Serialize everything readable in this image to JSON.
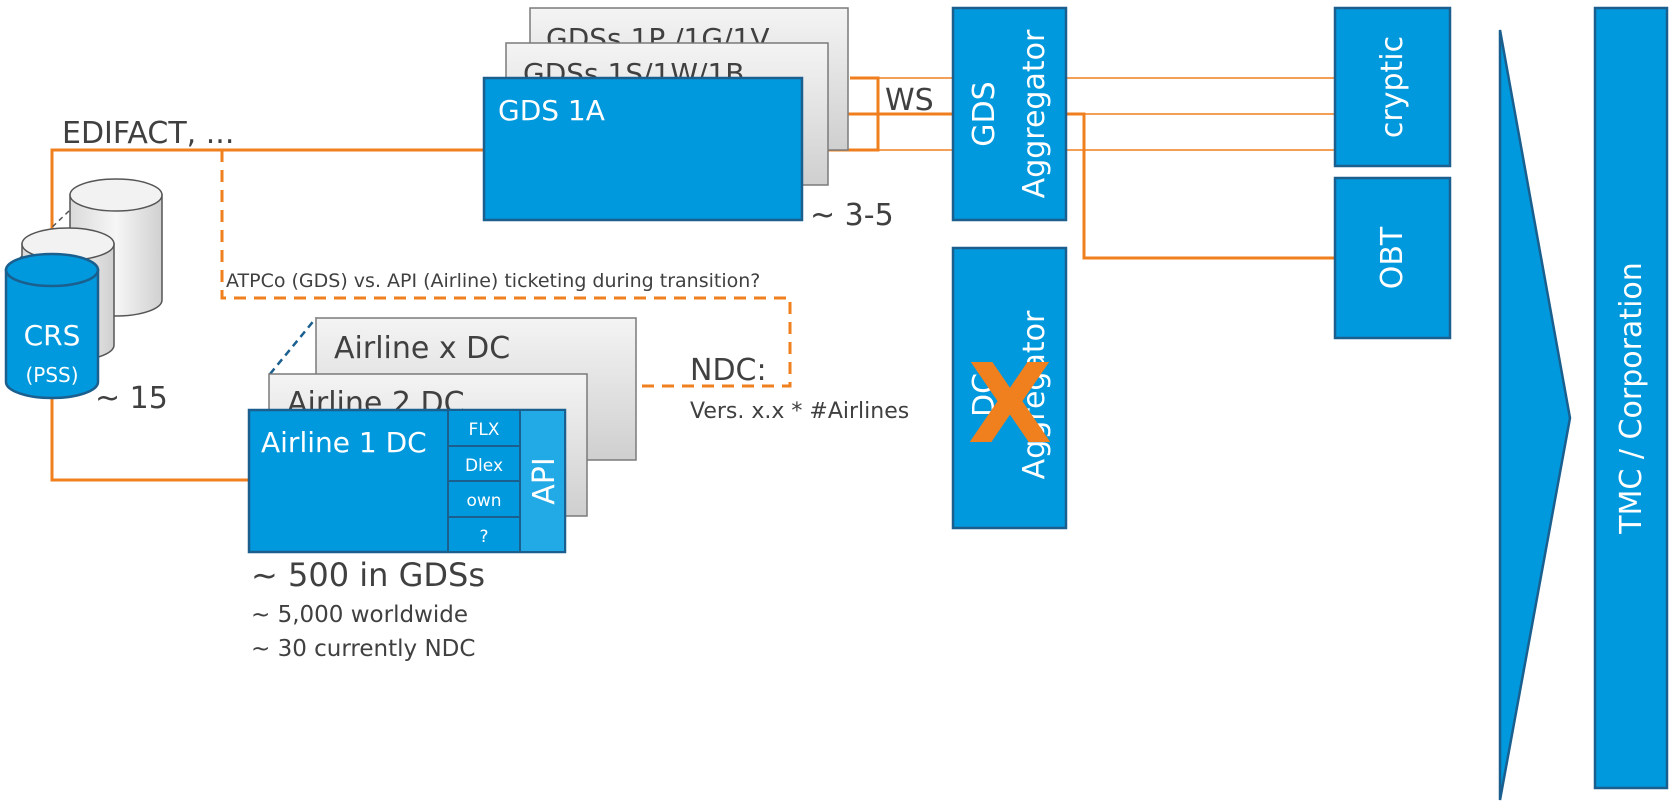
{
  "colors": {
    "blue": "#0099DD",
    "blue_light": "#22AAE6",
    "blue_border": "#1A5F8E",
    "orange": "#F07F1E",
    "gray_fill": "#E4E4E4",
    "text_dark": "#404040"
  },
  "gds": {
    "back2_label": "GDSs 1P /1G/1V",
    "back1_label": "GDSs 1S/1W/1B",
    "front_label": "GDS 1A",
    "count": "~ 3-5"
  },
  "crs": {
    "label": "CRS",
    "sublabel": "(PSS)",
    "count": "~ 15"
  },
  "edifact_label": "EDIFACT, ...",
  "ws_label": "WS",
  "atpco_label": "ATPCo (GDS) vs. API (Airline) ticketing during transition?",
  "ndc": {
    "label": "NDC:",
    "sublabel": "Vers. x.x * #Airlines"
  },
  "airline": {
    "back2_label": "Airline x DC",
    "back1_label": "Airline 2 DC",
    "front_label": "Airline 1 DC",
    "modules": [
      "FLX",
      "Dlex",
      "own",
      "?"
    ],
    "api_label": "API",
    "count_gds": "~ 500 in GDSs",
    "count_world": "~ 5,000 worldwide",
    "count_ndc": "~ 30 currently NDC"
  },
  "gds_aggregator": {
    "line1": "GDS",
    "line2": "Aggregator"
  },
  "dc_aggregator": {
    "line1": "DC",
    "line2": "Aggregator",
    "cross_mark": "X"
  },
  "cryptic_label": "cryptic",
  "obt_label": "OBT",
  "tmc_label": "TMC / Corporation"
}
